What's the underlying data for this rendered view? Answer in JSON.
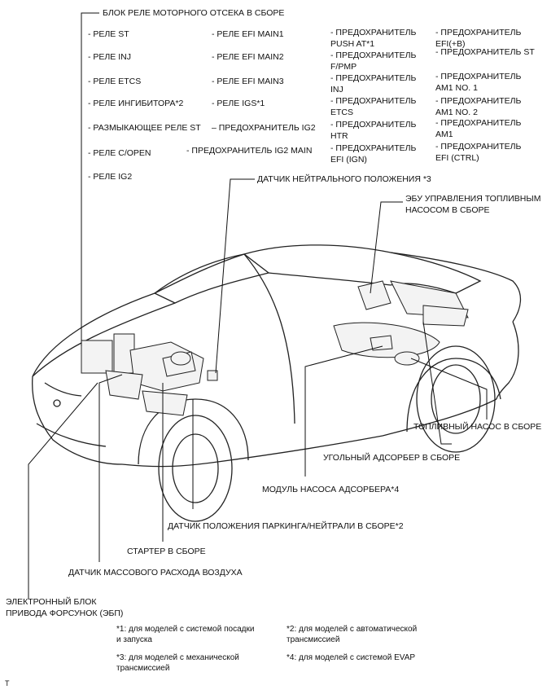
{
  "header": {
    "relay_block_title": "БЛОК РЕЛЕ МОТОРНОГО ОТСЕКА В СБОРЕ"
  },
  "relay_col1": [
    "- РЕЛЕ ST",
    "- РЕЛЕ INJ",
    "- РЕЛЕ ETCS",
    "- РЕЛЕ ИНГИБИТОРА*2",
    "- РАЗМЫКАЮЩЕЕ РЕЛЕ ST",
    "- РЕЛЕ C/OPEN",
    "- РЕЛЕ IG2"
  ],
  "relay_col2": [
    "- РЕЛЕ EFI MAIN1",
    "- РЕЛЕ EFI MAIN2",
    "- РЕЛЕ EFI MAIN3",
    "- РЕЛЕ IGS*1",
    "– ПРЕДОХРАНИТЕЛЬ IG2",
    "- ПРЕДОХРАНИТЕЛЬ IG2 MAIN"
  ],
  "fuse_col3": [
    "- ПРЕДОХРАНИТЕЛЬ\nPUSH AT*1",
    "- ПРЕДОХРАНИТЕЛЬ\nF/PMP",
    "- ПРЕДОХРАНИТЕЛЬ\nINJ",
    "- ПРЕДОХРАНИТЕЛЬ\nETCS",
    "- ПРЕДОХРАНИТЕЛЬ\nHTR",
    "- ПРЕДОХРАНИТЕЛЬ\nEFI (IGN)"
  ],
  "fuse_col4": [
    "- ПРЕДОХРАНИТЕЛЬ\nEFI(+B)",
    "- ПРЕДОХРАНИТЕЛЬ ST",
    "- ПРЕДОХРАНИТЕЛЬ\nAM1 NO. 1",
    "- ПРЕДОХРАНИТЕЛЬ\nAM1 NO. 2",
    "- ПРЕДОХРАНИТЕЛЬ\nAM1",
    "- ПРЕДОХРАНИТЕЛЬ\nEFI (CTRL)"
  ],
  "callouts": {
    "neutral_sensor": "ДАТЧИК НЕЙТРАЛЬНОГО ПОЛОЖЕНИЯ *3",
    "fuel_pump_ecu": "ЭБУ УПРАВЛЕНИЯ ТОПЛИВНЫМ\nНАСОСОМ В СБОРЕ",
    "fuel_pump": "ТОПЛИВНЫЙ НАСОС В СБОРЕ",
    "canister": "УГОЛЬНЫЙ АДСОРБЕР В СБОРЕ",
    "canister_pump_module": "МОДУЛЬ НАСОСА АДСОРБЕРА*4",
    "park_neutral_switch": "ДАТЧИК ПОЛОЖЕНИЯ ПАРКИНГА/НЕЙТРАЛИ В СБОРЕ*2",
    "starter": "СТАРТЕР В СБОРЕ",
    "maf_sensor": "ДАТЧИК МАССОВОГО РАСХОДА ВОЗДУХА",
    "injector_driver": "ЭЛЕКТРОННЫЙ БЛОК\nПРИВОДА ФОРСУНОК (ЭБП)"
  },
  "footnotes": {
    "n1": "*1: для моделей с системой посадки\nи запуска",
    "n2": "*2: для моделей с автоматической\nтрансмиссией",
    "n3": "*3: для моделей с механической\nтрансмиссией",
    "n4": "*4: для моделей с системой EVAP"
  },
  "corner_mark": "T"
}
